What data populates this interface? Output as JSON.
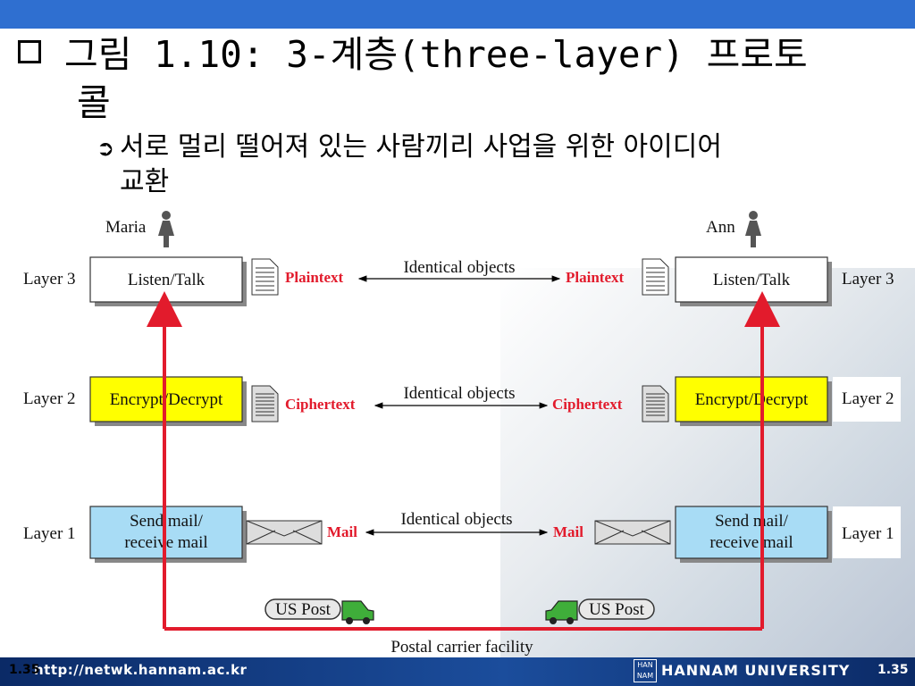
{
  "slide": {
    "title_line1": "그림 1.10: 3-계층(three-layer) 프로토",
    "title_line2": "콜",
    "bullet_line1": "서로 멀리 떨어져 있는 사람끼리 사업을 위한 아이디어",
    "bullet_line2": "교환"
  },
  "diagram": {
    "left_person": "Maria",
    "right_person": "Ann",
    "layers": [
      {
        "label": "Layer 3",
        "box_lines": [
          "Listen/Talk"
        ],
        "object": "Plaintext",
        "link": "Identical objects",
        "fill": "#ffffff"
      },
      {
        "label": "Layer 2",
        "box_lines": [
          "Encrypt/Decrypt"
        ],
        "object": "Ciphertext",
        "link": "Identical objects",
        "fill": "#ffff00"
      },
      {
        "label": "Layer 1",
        "box_lines": [
          "Send mail/",
          "receive mail"
        ],
        "object": "Mail",
        "link": "Identical objects",
        "fill": "#a8dcf5"
      }
    ],
    "truck_label": "US Post",
    "facility_label": "Postal carrier facility",
    "path_color": "#e21b2c"
  },
  "footer": {
    "url": "http://netwk.hannam.ac.kr",
    "university": "HANNAM UNIVERSITY",
    "slide_number": "1.35",
    "logo_text": "HAN NAM"
  }
}
